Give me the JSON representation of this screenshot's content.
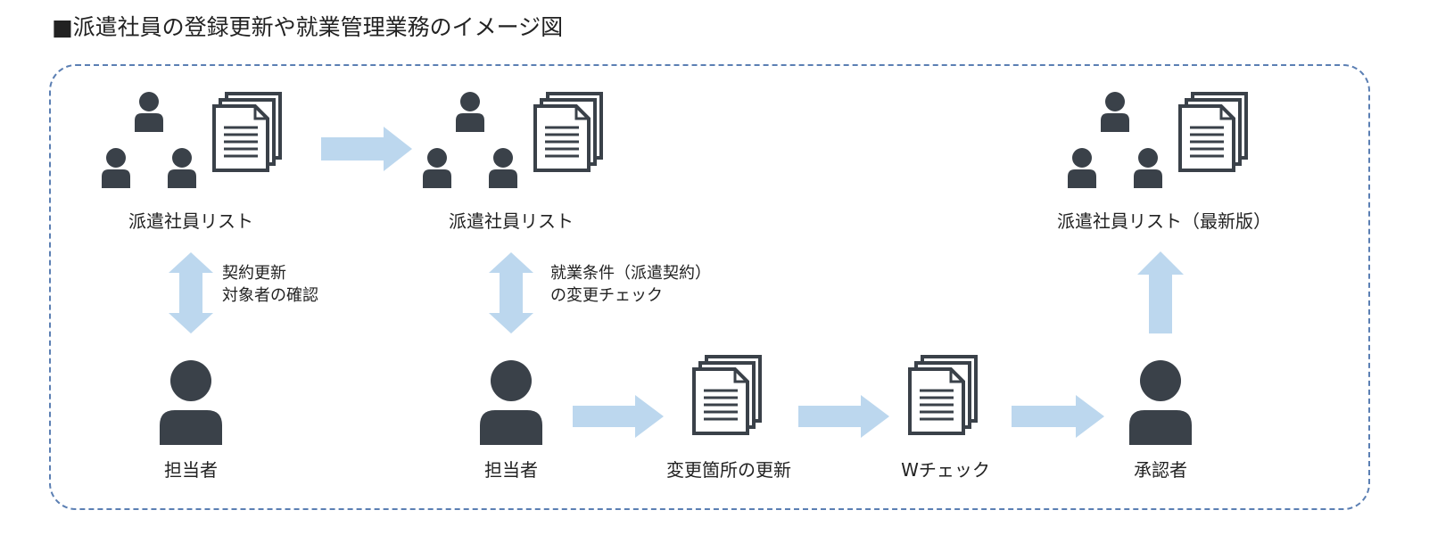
{
  "title": "■派遣社員の登録更新や就業管理業務のイメージ図",
  "labels": {
    "list1": "派遣社員リスト",
    "list2": "派遣社員リスト",
    "list3": "派遣社員リスト（最新版）",
    "person1": "担当者",
    "person2": "担当者",
    "doc_update": "変更箇所の更新",
    "doc_check": "Wチェック",
    "approver": "承認者"
  },
  "notes": {
    "step1_line1": "契約更新",
    "step1_line2": "対象者の確認",
    "step2_line1": "就業条件（派遣契約）",
    "step2_line2": "の変更チェック"
  },
  "colors": {
    "icon": "#3a4149",
    "arrow": "#bcd7ee",
    "frame": "#5b7fb3"
  }
}
